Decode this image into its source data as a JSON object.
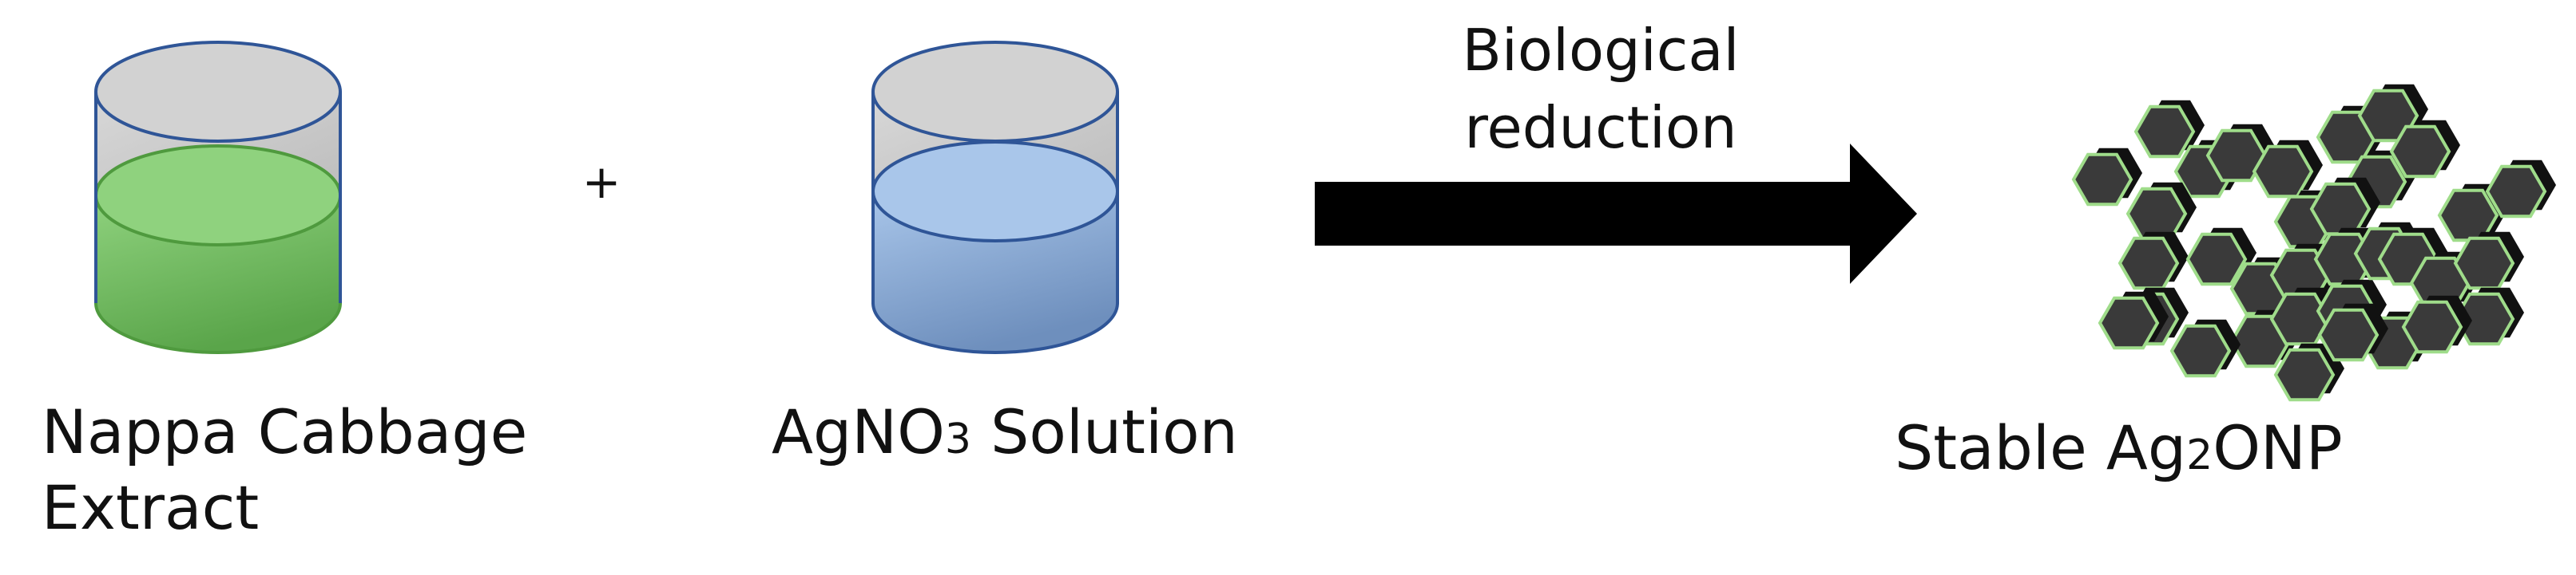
{
  "labels": {
    "cabbage_line1": "Nappa Cabbage",
    "cabbage_line2": "Extract",
    "plus": "+",
    "silver_base": "AgNO",
    "silver_sub": "3",
    "silver_rest": " Solution",
    "arrow_line1": "Biological",
    "arrow_line2": "reduction",
    "product_base": "Stable Ag",
    "product_sub": "2",
    "product_rest": "ONP"
  },
  "colors": {
    "beaker_outline": "#2f5597",
    "beaker_empty": "#c8c8c8",
    "green_liquid": "#7cc46c",
    "green_outline": "#4f9a3e",
    "blue_liquid": "#8fb0d6",
    "blue_outline": "#2f5597",
    "arrow": "#000000",
    "particle_face": "#3a3a3a",
    "particle_edge": "#9fdc8a"
  }
}
